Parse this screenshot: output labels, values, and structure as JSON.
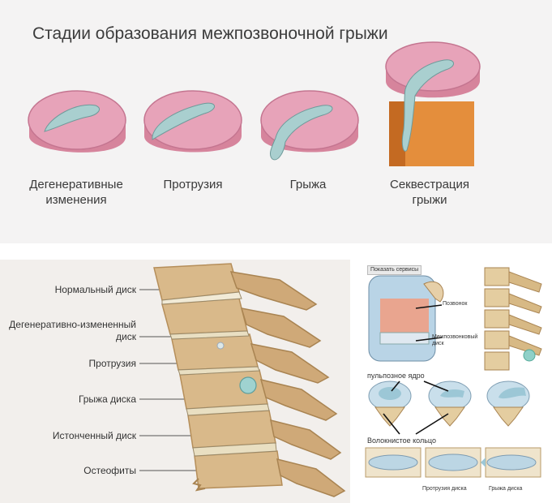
{
  "top": {
    "title": "Стадии образования межпозвоночной грыжи",
    "stages": [
      {
        "line1": "Дегенеративные",
        "line2": "изменения"
      },
      {
        "line1": "Протрузия",
        "line2": ""
      },
      {
        "line1": "Грыжа",
        "line2": ""
      },
      {
        "line1": "Секвестрация",
        "line2": "грыжи"
      }
    ]
  },
  "spine_labels": [
    {
      "line1": "Нормальный диск",
      "line2": ""
    },
    {
      "line1": "Дегенеративно-измененный",
      "line2": "диск"
    },
    {
      "line1": "Протрузия",
      "line2": ""
    },
    {
      "line1": "Грыжа диска",
      "line2": ""
    },
    {
      "line1": "Истонченный диск",
      "line2": ""
    },
    {
      "line1": "Остеофиты",
      "line2": ""
    }
  ],
  "right_panel": {
    "badge": "Показать сервисы",
    "vertebra": "Позвонок",
    "disc_line1": "Межпозвонковый",
    "disc_line2": "диск",
    "nucleus": "пульпозное ядро",
    "annulus": "Волокнистое кольцо",
    "protrusion": "Протрузия диска",
    "hernia": "Грыжа диска"
  },
  "colors": {
    "disc_pink": "#e7a3b9",
    "disc_side": "#d6849c",
    "nucleus": "#a9cfcf",
    "bone": "#d9b98a",
    "bone_dark": "#b58e5a"
  }
}
